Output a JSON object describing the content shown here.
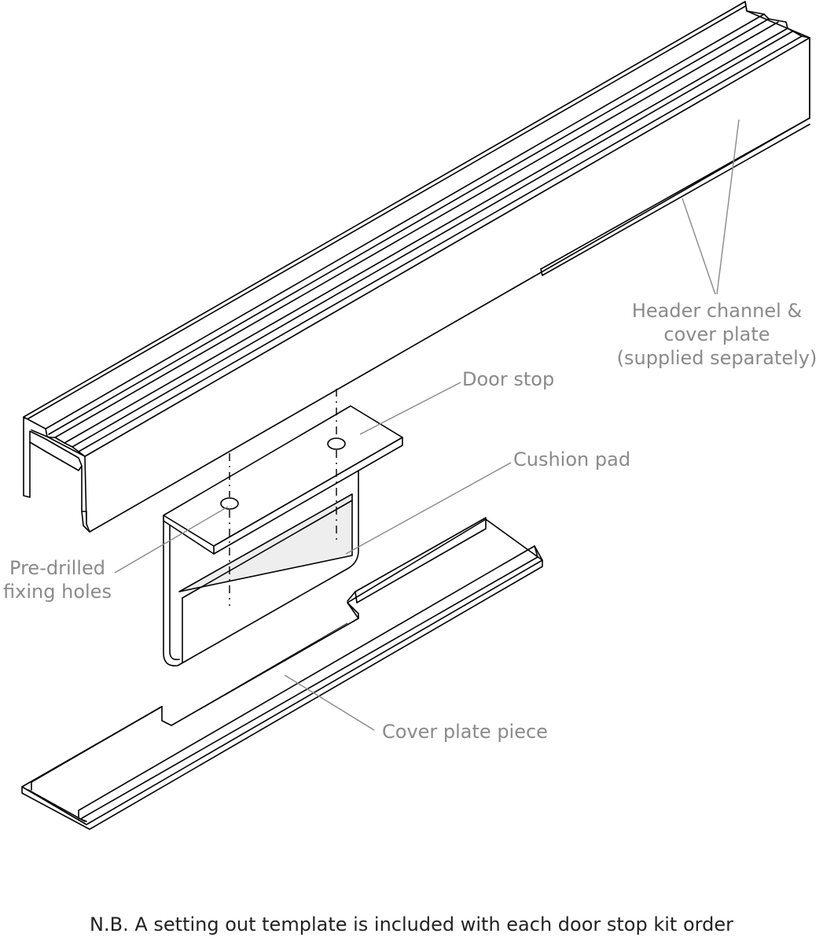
{
  "labels": {
    "header_channel": [
      "Header channel &",
      "cover plate",
      "(supplied separately)"
    ],
    "door_stop": "Door stop",
    "cushion_pad": "Cushion pad",
    "fixing_holes": [
      "Pre-drilled",
      "fixing holes"
    ],
    "cover_plate_piece": "Cover plate piece"
  },
  "note": "N.B. A setting out template is included with each door stop kit order",
  "colors": {
    "label": "#8a8a8a",
    "line": "#000000",
    "pad_fill": "#eeeeee"
  }
}
